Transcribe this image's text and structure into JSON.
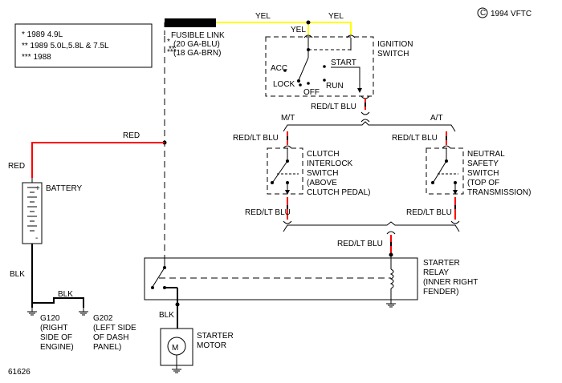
{
  "copyright": "1994 VFTC",
  "notes": [
    "* 1989 4.9L",
    "** 1989 5.0L,5.8L & 7.5L",
    "*** 1988"
  ],
  "figure_number": "61626",
  "fusible_link": [
    "FUSIBLE LINK",
    "(20 GA-BLU)",
    "(18 GA-BRN)"
  ],
  "fusible_link_markers": [
    "*",
    "**",
    "***"
  ],
  "wires": {
    "yel": "YEL",
    "red": "RED",
    "blk": "BLK",
    "red_lt_blu": "RED/LT BLU"
  },
  "ignition_switch": {
    "label": [
      "IGNITION",
      "SWITCH"
    ],
    "positions": [
      "ACC",
      "LOCK",
      "OFF",
      "START",
      "RUN"
    ]
  },
  "transmission": {
    "manual": "M/T",
    "auto": "A/T"
  },
  "clutch_switch": [
    "CLUTCH",
    "INTERLOCK",
    "SWITCH",
    "(ABOVE",
    "CLUTCH PEDAL)"
  ],
  "neutral_switch": [
    "NEUTRAL",
    "SAFETY",
    "SWITCH",
    "(TOP OF",
    "TRANSMISSION)"
  ],
  "battery": "BATTERY",
  "battery_terminals": {
    "positive": "+",
    "negative": "-"
  },
  "starter_relay": [
    "STARTER",
    "RELAY",
    "(INNER RIGHT",
    "FENDER)"
  ],
  "starter_motor": {
    "symbol": "M",
    "label": [
      "STARTER",
      "MOTOR"
    ]
  },
  "grounds": {
    "g120": [
      "G120",
      "(RIGHT",
      "SIDE OF",
      "ENGINE)"
    ],
    "g202": [
      "G202",
      "(LEFT SIDE",
      "OF DASH",
      "PANEL)"
    ]
  },
  "colors": {
    "yel": "#ffff00",
    "red": "#ff0000",
    "ink": "#000000"
  }
}
